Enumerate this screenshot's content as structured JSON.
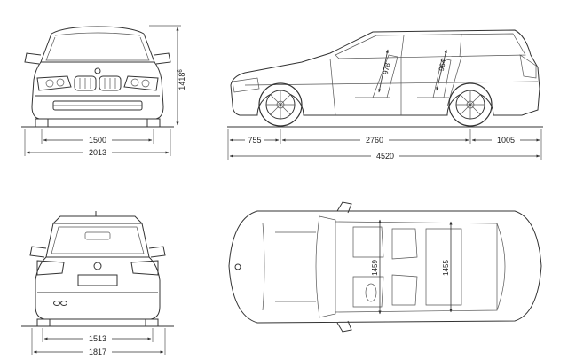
{
  "dimensions": {
    "front_track": "1500",
    "front_width": "2013",
    "height": "1418",
    "height_superscript": "6",
    "front_overhang": "755",
    "wheelbase": "2760",
    "rear_overhang": "1005",
    "length": "4520",
    "front_headroom": "978",
    "rear_headroom": "964",
    "rear_track": "1513",
    "rear_width": "1817",
    "front_shoulder": "1459",
    "rear_shoulder": "1455"
  }
}
